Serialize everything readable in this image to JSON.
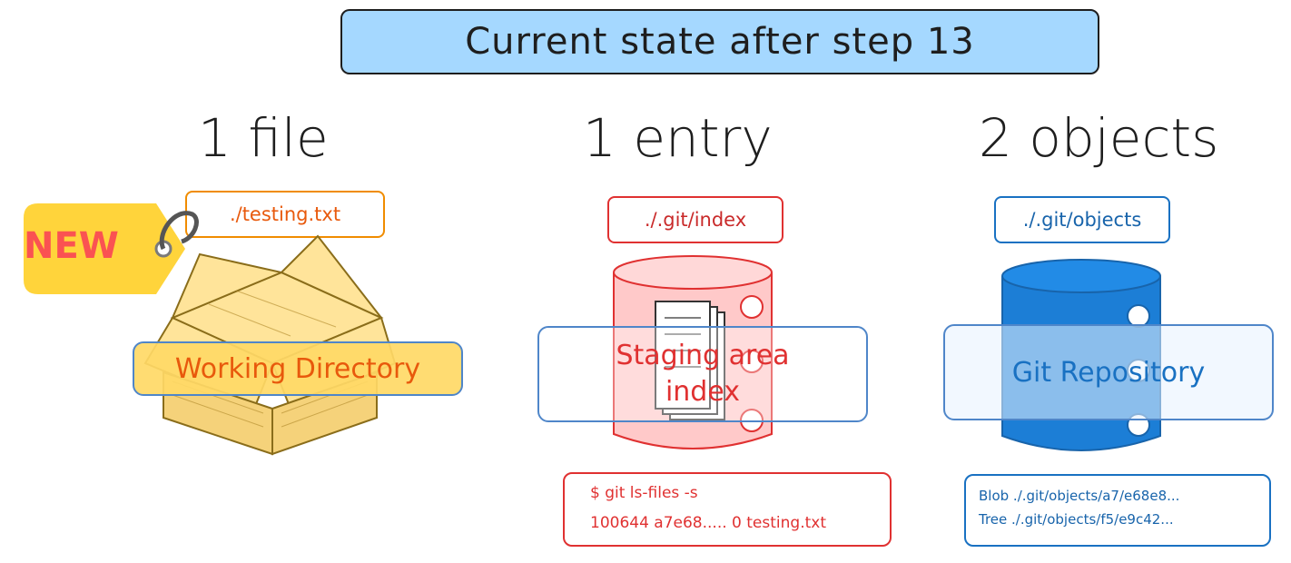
{
  "title": "Current state after step 13",
  "columns": {
    "working": {
      "count": "1 file",
      "path": "./testing.txt",
      "label": "Working Directory",
      "badge": "NEW"
    },
    "staging": {
      "count": "1 entry",
      "path": "./.git/index",
      "label_line1": "Staging area",
      "label_line2": "index",
      "command": "$ git ls-files -s",
      "output": "100644 a7e68..... 0 testing.txt"
    },
    "repo": {
      "count": "2 objects",
      "path": "./.git/objects",
      "label": "Git Repository",
      "objects": [
        "Blob ./.git/objects/a7/e68e8...",
        "Tree ./.git/objects/f5/e9c42..."
      ]
    }
  },
  "colors": {
    "title_bg": "#a5d8ff",
    "working_accent": "#f08c00",
    "working_label_bg": "#ffd966",
    "staging_accent": "#e03131",
    "staging_fill": "#ffc9c9",
    "repo_accent": "#1971c2",
    "repo_fill": "#1c7ed6",
    "badge_bg": "#ffd43b",
    "badge_text": "#fa5252"
  },
  "icons": {
    "working": "open-cardboard-box-icon",
    "staging": "database-cylinder-with-documents-icon",
    "repo": "database-cylinder-icon",
    "badge": "new-tag-icon"
  }
}
